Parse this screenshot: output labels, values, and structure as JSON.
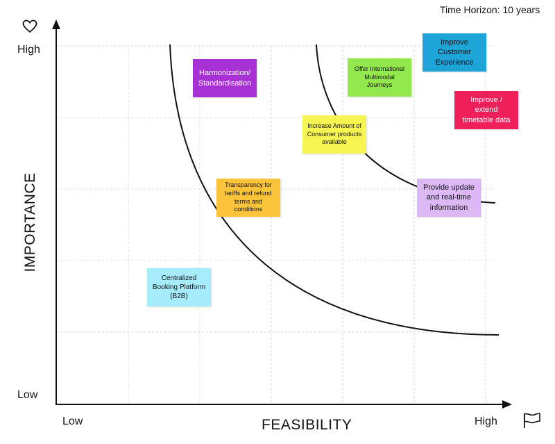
{
  "header": {
    "time_horizon": "Time Horizon: 10 years"
  },
  "axes": {
    "y": {
      "title": "IMPORTANCE",
      "high_label": "High",
      "low_label": "Low",
      "icon": "heart-icon"
    },
    "x": {
      "title": "FEASIBILITY",
      "low_label": "Low",
      "high_label": "High",
      "icon": "flag-icon"
    }
  },
  "notes": [
    {
      "id": "harmonization",
      "text": "Harmonization/ Standardisation",
      "color": "#a831d6",
      "text_color": "#ffffff"
    },
    {
      "id": "international",
      "text": "Offer International Multimodal Journeys",
      "color": "#93e84e",
      "text_color": "#111111"
    },
    {
      "id": "customer-experience",
      "text": "Improve Customer Experience",
      "color": "#1ea5d8",
      "text_color": "#111111"
    },
    {
      "id": "timetable",
      "text": "Improve / extend timetable data",
      "color": "#ef1f5a",
      "text_color": "#ffffff"
    },
    {
      "id": "consumer-products",
      "text": "Increase Amount of Consumer products available",
      "color": "#f6f552",
      "text_color": "#111111"
    },
    {
      "id": "transparency",
      "text": "Transparency for tariffs and refund terms and conditions",
      "color": "#fbc43b",
      "text_color": "#111111"
    },
    {
      "id": "real-time",
      "text": "Provide update and real-time information",
      "color": "#dcb8f4",
      "text_color": "#111111"
    },
    {
      "id": "booking-platform",
      "text": "Centralized Booking Platform (B2B)",
      "color": "#a7ecfc",
      "text_color": "#111111"
    }
  ]
}
